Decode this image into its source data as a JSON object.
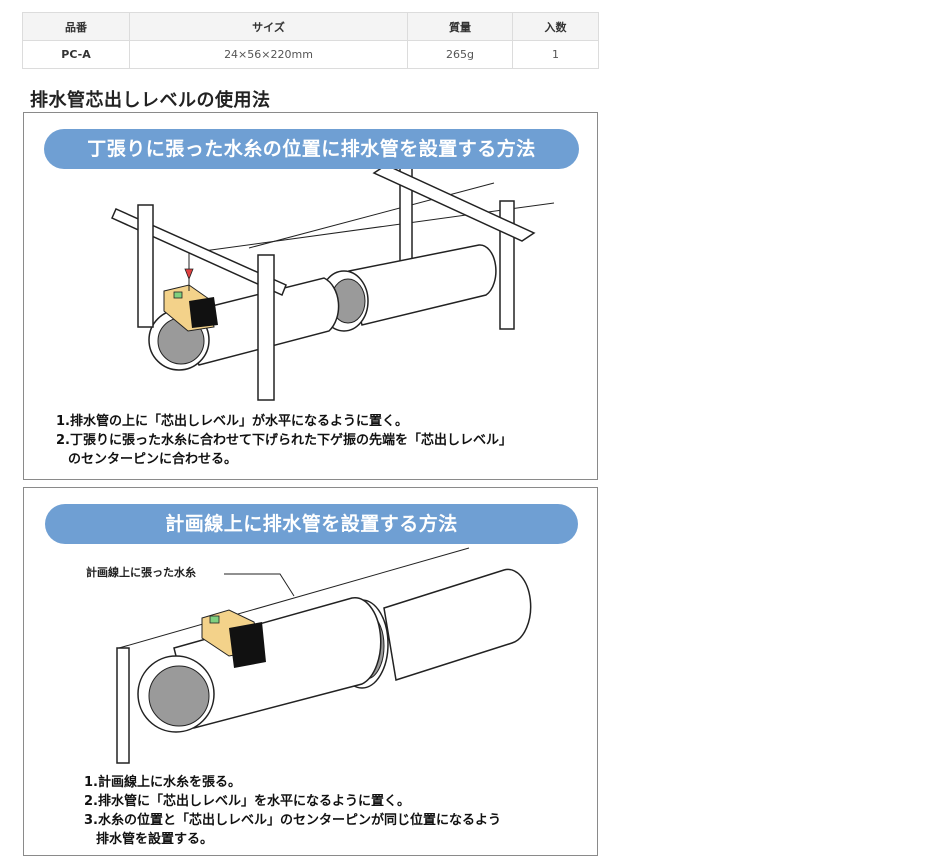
{
  "spec_table": {
    "headers": [
      "品番",
      "サイズ",
      "質量",
      "入数"
    ],
    "rows": [
      [
        "PC-A",
        "24×56×220mm",
        "265g",
        "1"
      ]
    ]
  },
  "section_title": "排水管芯出しレベルの使用法",
  "panel1": {
    "heading": "丁張りに張った水糸の位置に排水管を設置する方法",
    "steps": [
      "1.排水管の上に「芯出しレベル」が水平になるように置く。",
      "2.丁張りに張った水糸に合わせて下げられた下ゲ振の先端を「芯出しレベル」",
      "のセンターピンに合わせる。"
    ]
  },
  "panel2": {
    "heading": "計画線上に排水管を設置する方法",
    "callout": "計画線上に張った水糸",
    "steps": [
      "1.計画線上に水糸を張る。",
      "2.排水管に「芯出しレベル」を水平になるように置く。",
      "3.水糸の位置と「芯出しレベル」のセンターピンが同じ位置になるよう",
      "排水管を設置する。"
    ]
  },
  "colors": {
    "pill": "#6f9fd3",
    "level_body": "#f3d28a",
    "level_black": "#111111",
    "pipe_inner": "#9a9a9a"
  }
}
